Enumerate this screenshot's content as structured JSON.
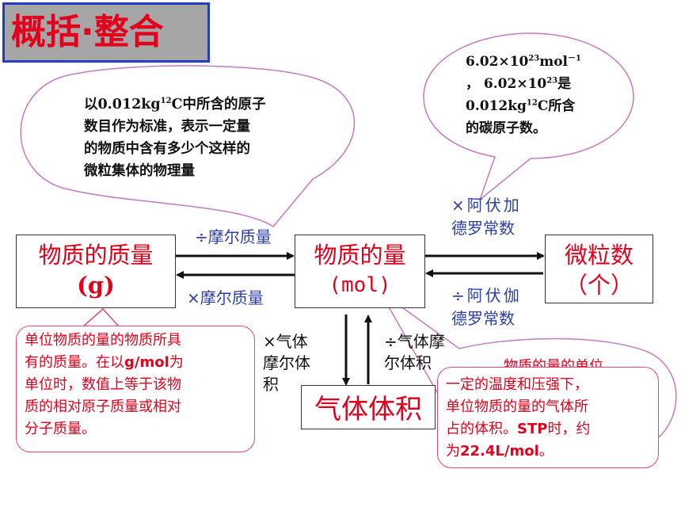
{
  "title": "概括·整合",
  "boxes": {
    "mass": {
      "line1": "物质的质量",
      "line2": "(g)"
    },
    "amount": {
      "line1": "物质的量",
      "line2": "(mol)"
    },
    "particles": {
      "line1": "微粒数",
      "line2": "（个）"
    },
    "volume": {
      "label": "气体体积"
    }
  },
  "arrow_labels": {
    "mass_to_amount": "÷摩尔质量",
    "amount_to_mass": "×摩尔质量",
    "amount_to_particles": [
      "×阿伏加",
      "德罗常数"
    ],
    "particles_to_amount": [
      "÷阿伏伽",
      "德罗常数"
    ],
    "amount_to_volume": [
      "×气体",
      "摩尔体",
      "积"
    ],
    "volume_to_amount": [
      "÷气体摩",
      "尔体积"
    ]
  },
  "bubbles": {
    "mole_definition": {
      "pre": "以0.012kg",
      "sup": "12",
      "post": "C中所含的原子",
      "lines": [
        "数目作为标准，表示一定量",
        "的物质中含有多少个这样的",
        "微粒集体的物理量"
      ]
    },
    "avogadro": {
      "line1_a": "6.02×10",
      "line1_sup": "23",
      "line1_b": "mol",
      "line1_sup2": "－1",
      "line2_a": "，  6.02×10",
      "line2_sup": "23",
      "line2_b": "是",
      "line3_a": "0.012kg",
      "line3_sup": "12",
      "line3_b": "C所含",
      "line4": "的碳原子数。"
    }
  },
  "callouts": {
    "molar_mass": {
      "l1": "单位物质的量的物质所具",
      "l2a": "有的质量。在以",
      "l2b": "g/mol",
      "l2c": "为",
      "l3": "单位时，数值上等于该物",
      "l4": "质的相对原子质量或相对",
      "l5": "分子质量。"
    },
    "molar_volume": {
      "hidden_tail": "物质的量的单位",
      "l1": "一定的温度和压强下，",
      "l2": "单位物质的量的气体所",
      "l3a": "占的体积。",
      "l3b": "STP",
      "l3c": "时，约",
      "l4a": "为",
      "l4b": "22.4L/mol",
      "l4c": "。"
    }
  },
  "colors": {
    "title_red": "#e3001b",
    "title_bg": "#a6a6a6",
    "title_border": "#1f3fbf",
    "label_blue": "#2c3ea8",
    "bubble_stroke": "#c678c0",
    "callout_stroke": "#e0457b"
  }
}
